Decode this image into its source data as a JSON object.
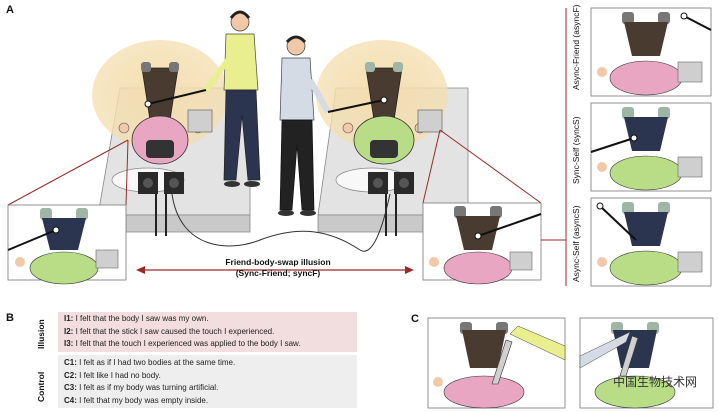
{
  "panels": {
    "a": "A",
    "b": "B",
    "c": "C"
  },
  "panel_a": {
    "caption_line1": "Friend-body-swap illusion",
    "caption_line2": "(Sync-Friend; syncF)",
    "side_labels": [
      "Async-Friend (asyncF)",
      "Sync-Self (syncS)",
      "Async-Self (asyncS)"
    ]
  },
  "panel_b": {
    "groups": {
      "illusion": {
        "label": "Illusion",
        "items": [
          {
            "code": "I1:",
            "text": "I felt that the body I saw was my own."
          },
          {
            "code": "I2:",
            "text": "I felt that the stick I saw caused the touch I experienced."
          },
          {
            "code": "I3:",
            "text": "I felt that the touch I experienced was applied to the body I saw."
          }
        ]
      },
      "control": {
        "label": "Control",
        "items": [
          {
            "code": "C1:",
            "text": "I felt as if I had two bodies at the same time."
          },
          {
            "code": "C2:",
            "text": "I felt like I had no body."
          },
          {
            "code": "C3:",
            "text": "I felt as if my body was turning artificial."
          },
          {
            "code": "C4:",
            "text": "I felt that my body was empty inside."
          }
        ]
      }
    }
  },
  "watermark": "中国生物技术网",
  "colors": {
    "illusion_bg": "#f2dede",
    "control_bg": "#eeeeee",
    "glow": "#f4deb0",
    "bed": "#dcdcdc",
    "pink_shirt": "#e8a6c2",
    "green_shirt": "#b9dc86",
    "yellow_shirt": "#e9ef8f",
    "dark_red_line": "#9b2b2b",
    "trousers_brown": "#4a3b30",
    "trousers_navy": "#2c3550"
  }
}
